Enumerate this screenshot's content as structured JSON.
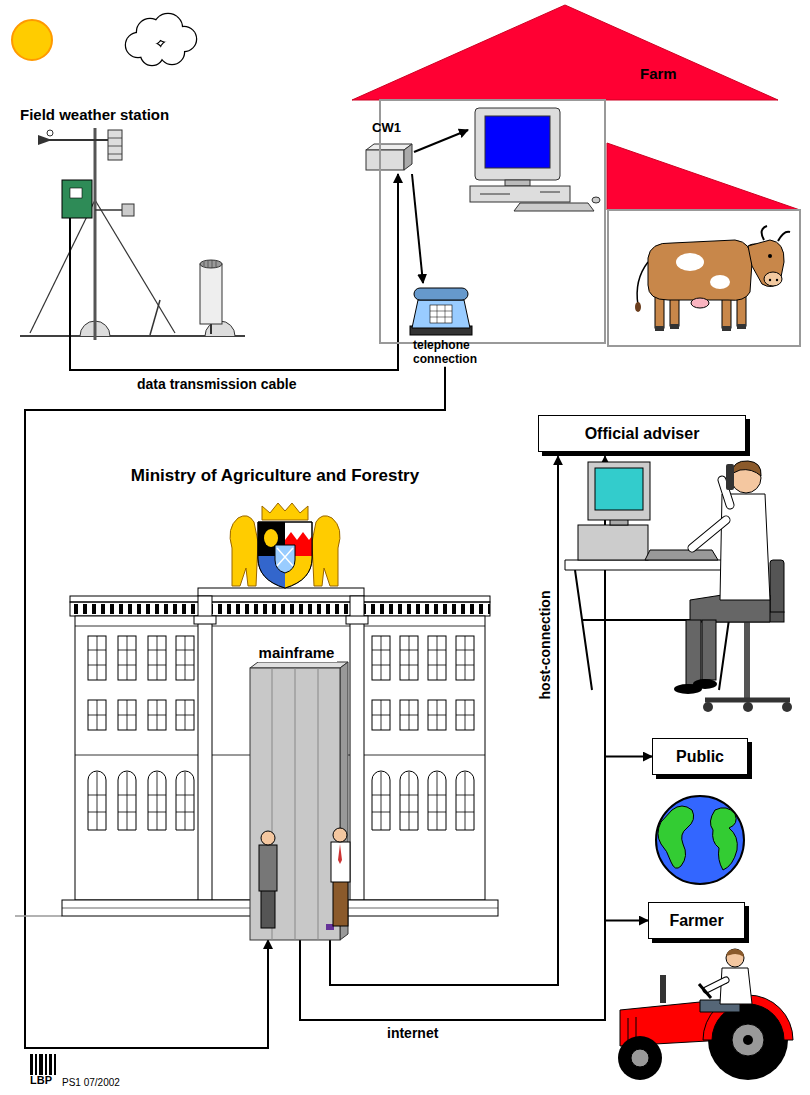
{
  "diagram": {
    "nodes": [
      {
        "text": [
          "Field weather station"
        ]
      },
      {
        "text": [
          "Farm"
        ]
      },
      {
        "text": [
          "CW1"
        ],
        "in": 1
      },
      {
        "text": [
          "telephone connection"
        ],
        "in": 1
      },
      {
        "text": [
          "Official adviser"
        ]
      },
      {
        "text": [
          "Ministry of Agriculture and Forestry"
        ]
      },
      {
        "text": [
          "mainframe"
        ],
        "in": 5
      },
      {
        "text": [
          "Public"
        ]
      },
      {
        "text": [
          "Farmer"
        ]
      }
    ],
    "edges": [
      {
        "from": 0,
        "to": 2,
        "arrow": "to",
        "label": "data transmission cable"
      },
      {
        "from": 2,
        "to": 3,
        "arrow": "to"
      },
      {
        "from": 3,
        "to": 6,
        "arrow": "to"
      },
      {
        "from": 6,
        "to": 4,
        "arrow": "to",
        "label": "host-connection"
      },
      {
        "from": 6,
        "to": 4,
        "arrow": "to"
      },
      {
        "from": 6,
        "to": 7,
        "arrow": "to"
      },
      {
        "from": 6,
        "to": 8,
        "arrow": "to",
        "label": "internet"
      }
    ],
    "labels": [
      "LBP",
      "PS1 07/2002"
    ]
  }
}
